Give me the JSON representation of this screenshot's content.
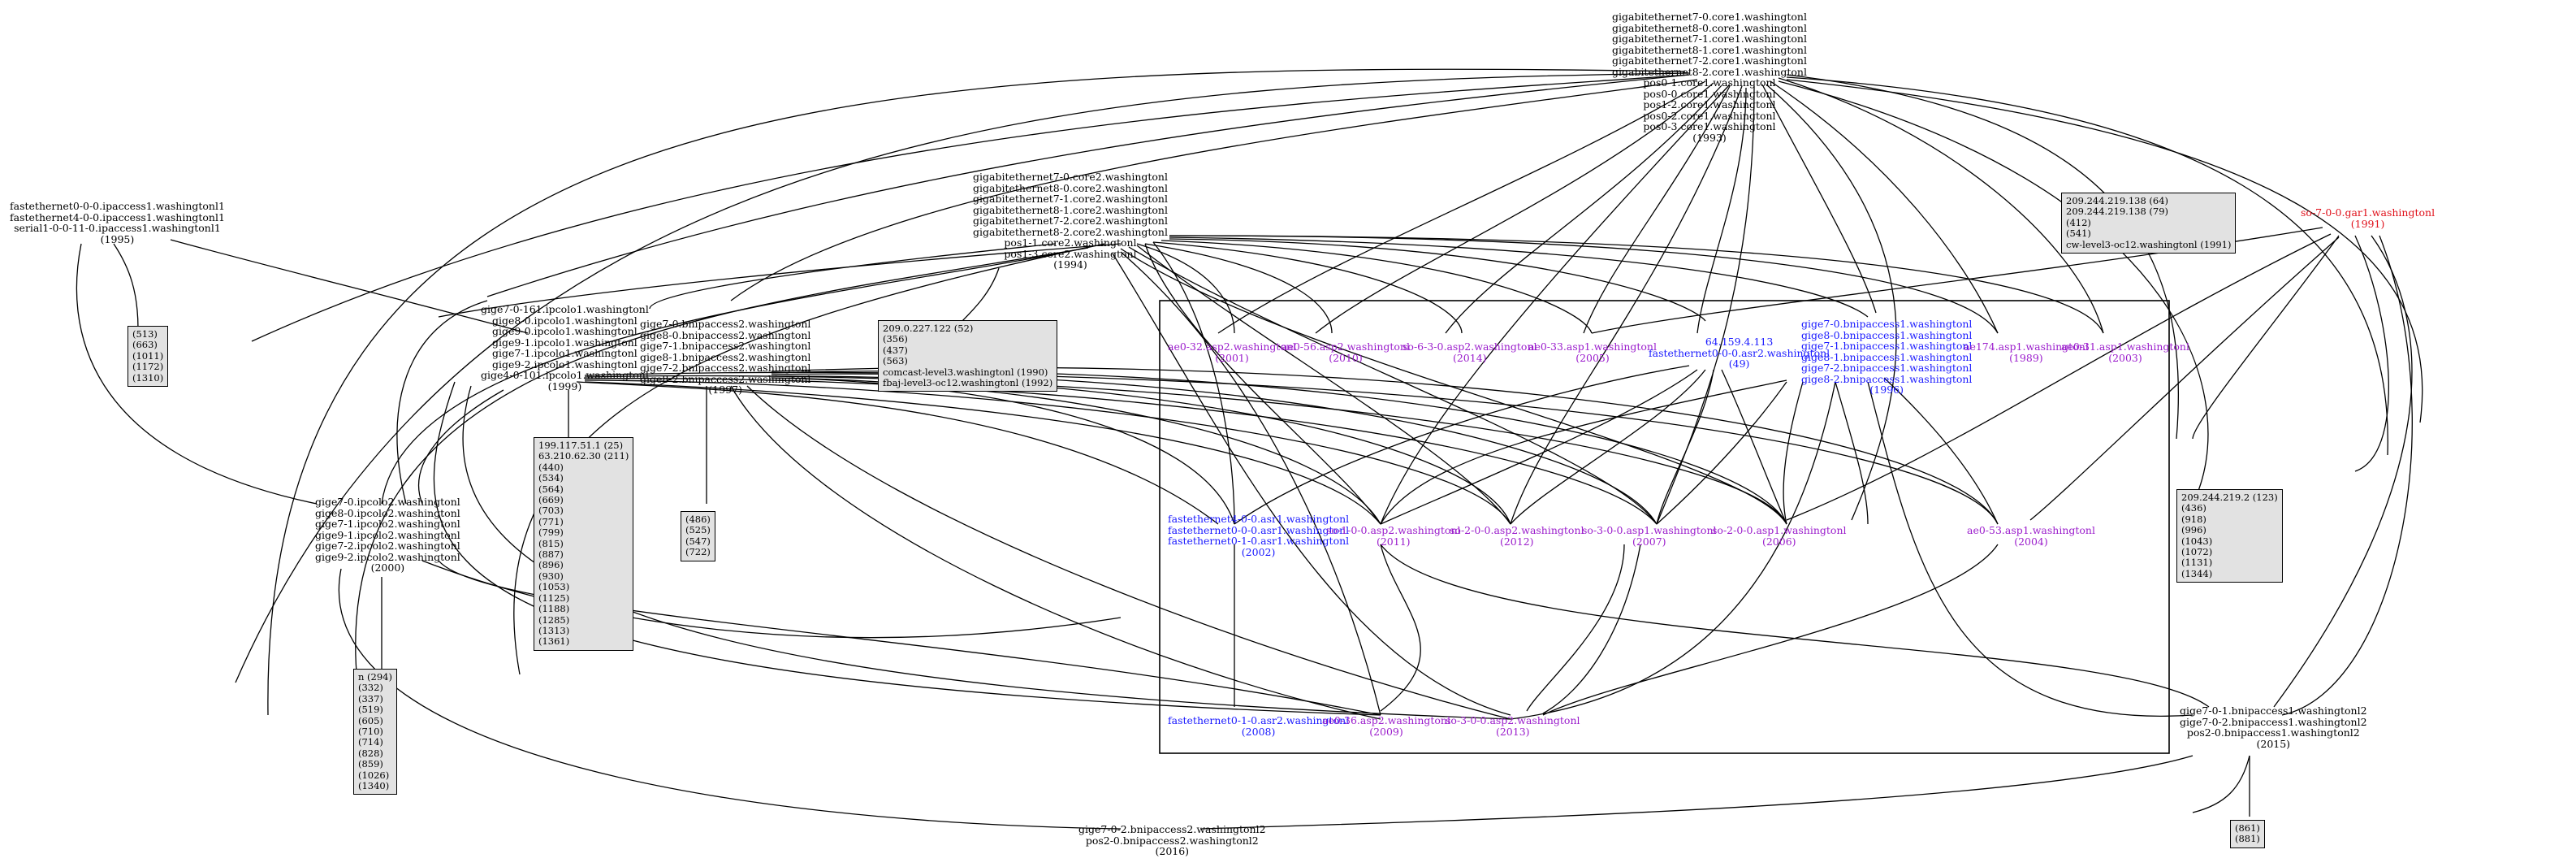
{
  "graph": {
    "nodes": [
      {
        "id": "n1993",
        "color": "black",
        "lines": [
          "gigabitethernet7-0.core1.washingtonl",
          "gigabitethernet8-0.core1.washingtonl",
          "gigabitethernet7-1.core1.washingtonl",
          "gigabitethernet8-1.core1.washingtonl",
          "gigabitethernet7-2.core1.washingtonl",
          "gigabitethernet8-2.core1.washingtonl",
          "pos0-1.core1.washingtonl",
          "pos0-0.core1.washingtonl",
          "pos1-2.core1.washingtonl",
          "pos0-2.core1.washingtonl",
          "pos0-3.core1.washingtonl",
          "(1993)"
        ]
      },
      {
        "id": "n1995",
        "color": "black",
        "lines": [
          "fastethernet0-0-0.ipaccess1.washingtonl1",
          "fastethernet4-0-0.ipaccess1.washingtonl1",
          "serial1-0-0-11-0.ipaccess1.washingtonl1",
          "(1995)"
        ]
      },
      {
        "id": "n1994",
        "color": "black",
        "lines": [
          "gigabitethernet7-0.core2.washingtonl",
          "gigabitethernet8-0.core2.washingtonl",
          "gigabitethernet7-1.core2.washingtonl",
          "gigabitethernet8-1.core2.washingtonl",
          "gigabitethernet7-2.core2.washingtonl",
          "gigabitethernet8-2.core2.washingtonl",
          "pos1-1.core2.washingtonl",
          "pos1-3.core2.washingtonl",
          "(1994)"
        ]
      },
      {
        "id": "n1999",
        "color": "black",
        "lines": [
          "gige7-0-161.ipcolo1.washingtonl",
          "gige8-0.ipcolo1.washingtonl",
          "gige9-0.ipcolo1.washingtonl",
          "gige9-1.ipcolo1.washingtonl",
          "gige7-1.ipcolo1.washingtonl",
          "gige9-2.ipcolo1.washingtonl",
          "gige4-0-101.ipcolo1.washingtonl",
          "(1999)"
        ]
      },
      {
        "id": "n1997",
        "color": "black",
        "lines": [
          "gige7-0.bnipaccess2.washingtonl",
          "gige8-0.bnipaccess2.washingtonl",
          "gige7-1.bnipaccess2.washingtonl",
          "gige8-1.bnipaccess2.washingtonl",
          "gige7-2.bnipaccess2.washingtonl",
          "gige8-2.bnipaccess2.washingtonl",
          "(1997)"
        ]
      },
      {
        "id": "n2000",
        "color": "black",
        "lines": [
          "gige7-0.ipcolo2.washingtonl",
          "gige8-0.ipcolo2.washingtonl",
          "gige7-1.ipcolo2.washingtonl",
          "gige9-1.ipcolo2.washingtonl",
          "gige7-2.ipcolo2.washingtonl",
          "gige9-2.ipcolo2.washingtonl",
          "(2000)"
        ]
      },
      {
        "id": "n1991",
        "color": "red",
        "lines": [
          "so-7-0-0.gar1.washingtonl",
          "(1991)"
        ]
      },
      {
        "id": "n2001",
        "color": "purple",
        "lines": [
          "ae0-32.asp2.washingtonl",
          "(2001)"
        ]
      },
      {
        "id": "n2010",
        "color": "purple",
        "lines": [
          "ae0-56.asp2.washingtonl",
          "(2010)"
        ]
      },
      {
        "id": "n2014",
        "color": "purple",
        "lines": [
          "so-6-3-0.asp2.washingtonl",
          "(2014)"
        ]
      },
      {
        "id": "n2005",
        "color": "purple",
        "lines": [
          "ae0-33.asp1.washingtonl",
          "(2005)"
        ]
      },
      {
        "id": "n49",
        "color": "blue",
        "lines": [
          "64.159.4.113",
          "fastethernet0-0-0.asr2.washingtonl",
          "(49)"
        ]
      },
      {
        "id": "n1996",
        "color": "blue",
        "lines": [
          "gige7-0.bnipaccess1.washingtonl",
          "gige8-0.bnipaccess1.washingtonl",
          "gige7-1.bnipaccess1.washingtonl",
          "gige8-1.bnipaccess1.washingtonl",
          "gige7-2.bnipaccess1.washingtonl",
          "gige8-2.bnipaccess1.washingtonl",
          "(1996)"
        ]
      },
      {
        "id": "n1989",
        "color": "purple",
        "lines": [
          "ae174.asp1.washingtonl",
          "(1989)"
        ]
      },
      {
        "id": "n2003",
        "color": "purple",
        "lines": [
          "ae0-31.asp1.washingtonl",
          "(2003)"
        ]
      },
      {
        "id": "n2002",
        "color": "blue",
        "lines": [
          "fastethernet4-0-0.asr1.washingtonl",
          "fastethernet0-0-0.asr1.washingtonl",
          "fastethernet0-1-0.asr1.washingtonl",
          "(2002)"
        ]
      },
      {
        "id": "n2011",
        "color": "purple",
        "lines": [
          "so-1-0-0.asp2.washingtonl",
          "(2011)"
        ]
      },
      {
        "id": "n2012",
        "color": "purple",
        "lines": [
          "so-2-0-0.asp2.washingtonl",
          "(2012)"
        ]
      },
      {
        "id": "n2007",
        "color": "purple",
        "lines": [
          "so-3-0-0.asp1.washingtonl",
          "(2007)"
        ]
      },
      {
        "id": "n2006",
        "color": "purple",
        "lines": [
          "so-2-0-0.asp1.washingtonl",
          "(2006)"
        ]
      },
      {
        "id": "n2004",
        "color": "purple",
        "lines": [
          "ae0-53.asp1.washingtonl",
          "(2004)"
        ]
      },
      {
        "id": "n2008",
        "color": "blue",
        "lines": [
          "fastethernet0-1-0.asr2.washingtonl",
          "(2008)"
        ]
      },
      {
        "id": "n2009",
        "color": "purple",
        "lines": [
          "ae0-36.asp2.washingtonl",
          "(2009)"
        ]
      },
      {
        "id": "n2013",
        "color": "purple",
        "lines": [
          "so-3-0-0.asp2.washingtonl",
          "(2013)"
        ]
      },
      {
        "id": "n2015",
        "color": "black",
        "lines": [
          "gige7-0-1.bnipaccess1.washingtonl2",
          "gige7-0-2.bnipaccess1.washingtonl2",
          "pos2-0.bnipaccess1.washingtonl2",
          "(2015)"
        ]
      },
      {
        "id": "n2016",
        "color": "black",
        "lines": [
          "gige7-0-2.bnipaccess2.washingtonl2",
          "pos2-0.bnipaccess2.washingtonl2",
          "(2016)"
        ]
      }
    ],
    "boxes": [
      {
        "id": "b_209_244_219_138",
        "lines": [
          "209.244.219.138 (64)",
          "209.244.219.138 (79)",
          "(412)",
          "(541)",
          "cw-level3-oc12.washingtonl (1991)"
        ]
      },
      {
        "id": "b_513",
        "lines": [
          "(513)",
          "(663)",
          "(1011)",
          "(1172)",
          "(1310)"
        ]
      },
      {
        "id": "b_209_0_227",
        "lines": [
          "209.0.227.122 (52)",
          "(356)",
          "(437)",
          "(563)",
          "comcast-level3.washingtonl (1990)",
          "fbaj-level3-oc12.washingtonl (1992)"
        ]
      },
      {
        "id": "b_199_117",
        "lines": [
          "199.117.51.1 (25)",
          "63.210.62.30 (211)",
          "(440)",
          "(534)",
          "(564)",
          "(669)",
          "(703)",
          "(771)",
          "(799)",
          "(815)",
          "(887)",
          "(896)",
          "(930)",
          "(1053)",
          "(1125)",
          "(1188)",
          "(1285)",
          "(1313)",
          "(1361)"
        ]
      },
      {
        "id": "b_486",
        "lines": [
          "(486)",
          "(525)",
          "(547)",
          "(722)"
        ]
      },
      {
        "id": "b_209_244_219_2",
        "lines": [
          "209.244.219.2 (123)",
          "(436)",
          "(918)",
          "(996)",
          "(1043)",
          "(1072)",
          "(1131)",
          "(1344)"
        ]
      },
      {
        "id": "b_n294",
        "lines": [
          "n (294)",
          "(332)",
          "(337)",
          "(519)",
          "(605)",
          "(710)",
          "(714)",
          "(828)",
          "(859)",
          "(1026)",
          "(1340)"
        ]
      },
      {
        "id": "b_861",
        "lines": [
          "(861)",
          "(881)"
        ]
      }
    ]
  }
}
